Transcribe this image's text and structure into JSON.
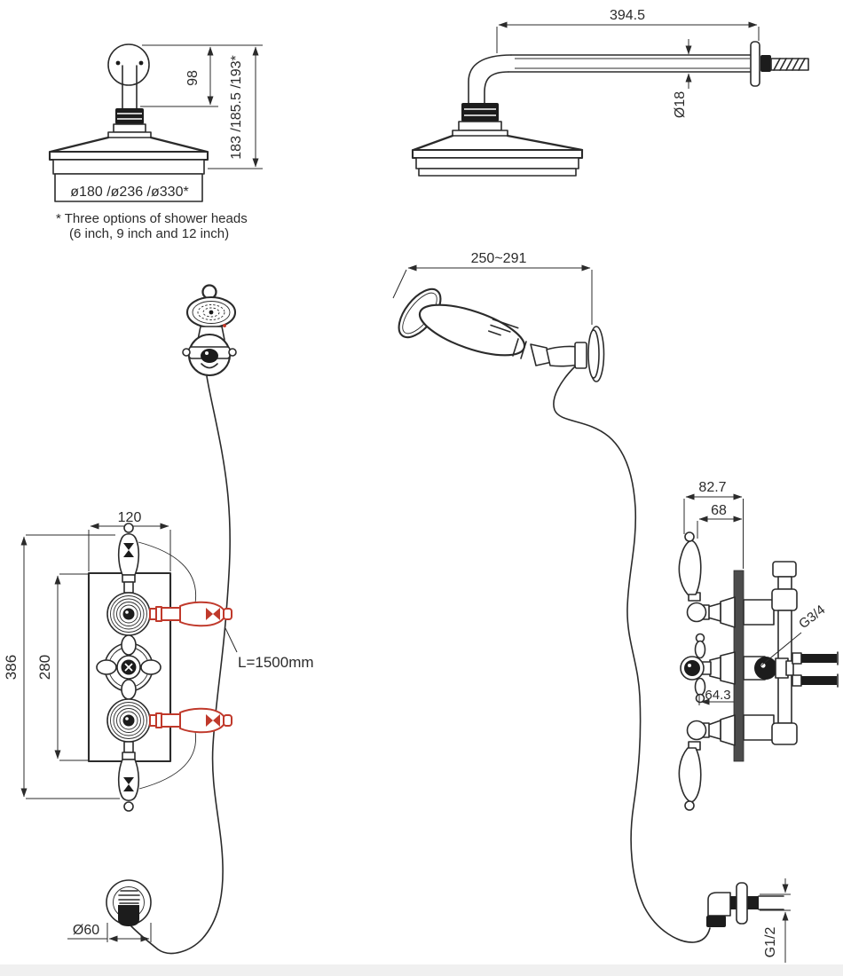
{
  "drawing": {
    "title": "thermostatic-shower-installation-drawing",
    "ceiling_shower_front": {
      "arm_height": "98",
      "overall_height": "183 /185.5 /193*",
      "head_diameters": "ø180 /ø236 /ø330*"
    },
    "footnote": {
      "line1": "* Three options of shower heads",
      "line2": "(6 inch, 9 inch and 12 inch)"
    },
    "wall_shower_side": {
      "arm_length": "394.5",
      "arm_diameter": "Ø18"
    },
    "hand_shower": {
      "bracket_reach": "250~291",
      "hose_length": "L=1500mm"
    },
    "valve_front": {
      "width": "120",
      "plate_height": "280",
      "overall_height": "386"
    },
    "valve_side": {
      "overall_depth": "82.7",
      "handle_depth": "68",
      "inlet_thread": "G3/4",
      "cross_depth": "64.3"
    },
    "outlet": {
      "escutcheon_diameter": "Ø60",
      "outlet_thread": "G1/2"
    },
    "colors": {
      "line": "#2b2b2b",
      "alt_position_red": "#c0392b"
    }
  }
}
